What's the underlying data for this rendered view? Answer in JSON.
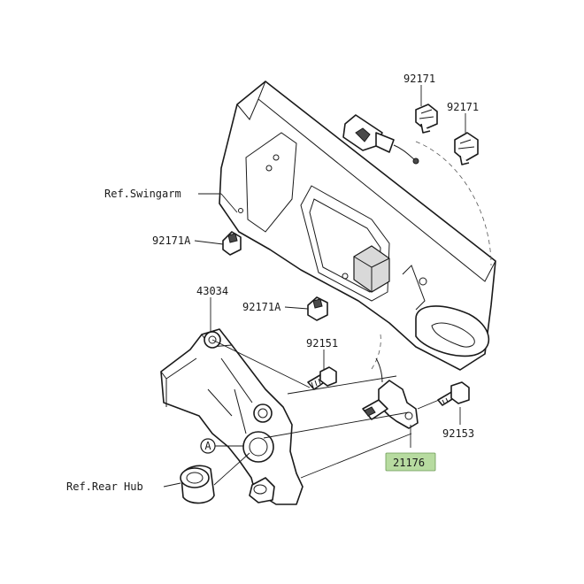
{
  "labels": {
    "ref_swingarm": "Ref.Swingarm",
    "ref_rear_hub": "Ref.Rear Hub",
    "p92171_top": "92171",
    "p92171_right": "92171",
    "p92171A_upper": "92171A",
    "p92171A_lower": "92171A",
    "p43034": "43034",
    "p92151": "92151",
    "p92153": "92153",
    "p21176": "21176",
    "marker_a": "A"
  },
  "colors": {
    "highlight": "#b7dba0",
    "ink": "#1a1a1a"
  }
}
